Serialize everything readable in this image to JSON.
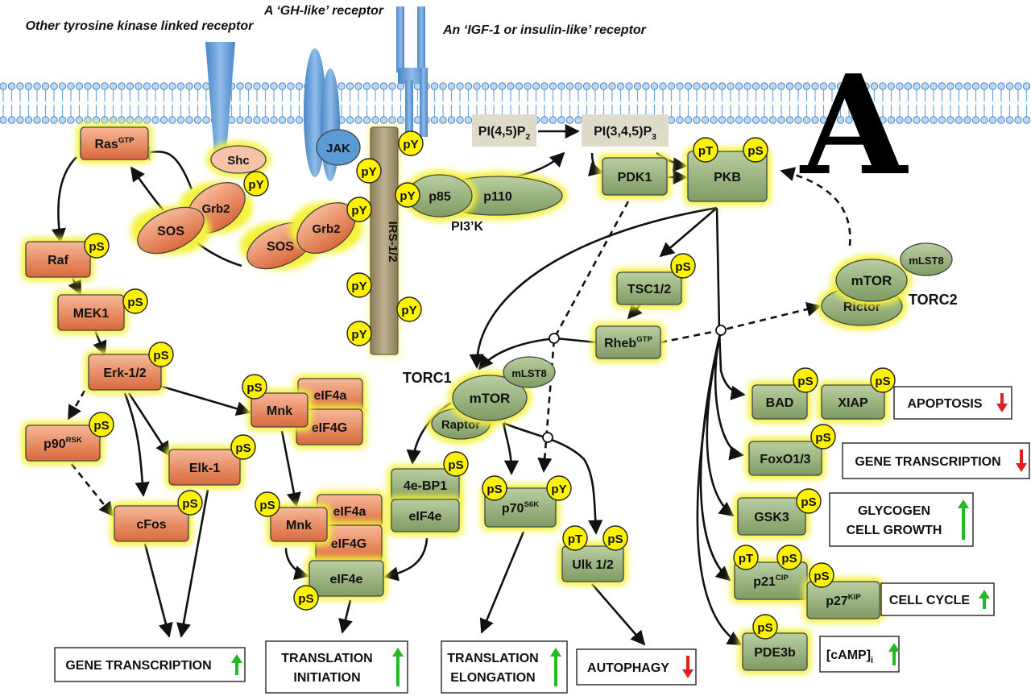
{
  "receptors": {
    "other": "Other tyrosine kinase linked receptor",
    "gh": "A ‘GH-like’ receptor",
    "igf": "An ‘IGF-1 or insulin-like’ receptor"
  },
  "labels": {
    "ras": "Ras",
    "ras_sup": "GTP",
    "shc": "Shc",
    "grb2": "Grb2",
    "sos": "SOS",
    "jak": "JAK",
    "irs": "IRS-1/2",
    "p85": "p85",
    "p110": "p110",
    "pi3k": "PI3’K",
    "pip2_main": "PI(4,5)P",
    "pip2_sub": "2",
    "pip3_main": "PI(3,4,5)P",
    "pip3_sub": "3",
    "pdk1": "PDK1",
    "pkb": "PKB",
    "raf": "Raf",
    "mek1": "MEK1",
    "erk": "Erk-1/2",
    "p90": "p90",
    "p90_sup": "RSK",
    "elk1": "Elk-1",
    "cfos": "cFos",
    "mnk": "Mnk",
    "eif4a": "eIF4a",
    "eif4g": "eIF4G",
    "eif4e": "eIF4e",
    "tsc": "TSC1/2",
    "rheb": "Rheb",
    "rheb_sup": "GTP",
    "mtor": "mTOR",
    "mlst8": "mLST8",
    "rictor": "Rictor",
    "raptor": "Raptor",
    "torc1": "TORC1",
    "torc2": "TORC2",
    "ebp1": "4e-BP1",
    "p70": "p70",
    "p70_sup": "S6K",
    "ulk": "Ulk 1/2",
    "bad": "BAD",
    "xiap": "XIAP",
    "foxo": "FoxO1/3",
    "gsk3": "GSK3",
    "p21": "p21",
    "p21_sup": "CIP",
    "p27": "p27",
    "p27_sup": "KIP",
    "pde3b": "PDE3b",
    "ps": "pS",
    "py": "pY",
    "pt": "pT",
    "big_letter": "A"
  },
  "outcomes": {
    "apoptosis": "APOPTOSIS",
    "gene_tx_right": "GENE TRANSCRIPTION",
    "glycogen": "GLYCOGEN",
    "cell_growth": "CELL GROWTH",
    "cell_cycle": "CELL CYCLE",
    "camp": "[cAMP]",
    "camp_sub": "i",
    "gene_tx_left": "GENE TRANSCRIPTION",
    "translation": "TRANSLATION",
    "initiation": "INITIATION",
    "elongation": "ELONGATION",
    "autophagy": "AUTOPHAGY"
  },
  "colors": {
    "glow": "#f4f23a",
    "orange": "#e8855a",
    "green": "#96b07a",
    "receptor_blue": "#5b9bd5",
    "membrane": "#6fa8dc",
    "irs_brown": "#a89a74",
    "arrow_up": "#22bb22",
    "arrow_down": "#e02020"
  }
}
